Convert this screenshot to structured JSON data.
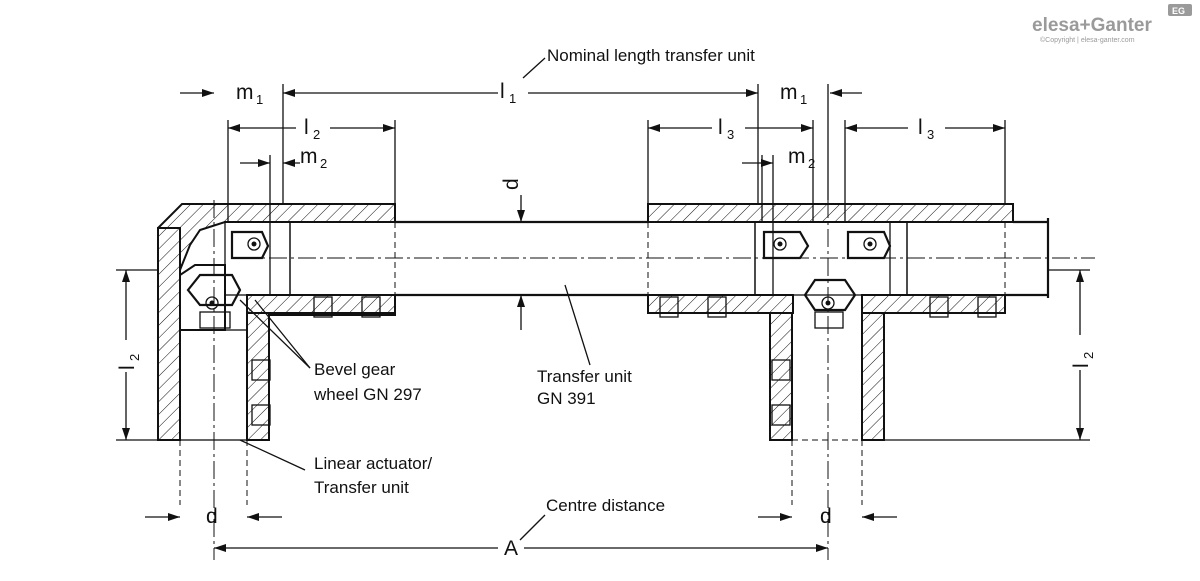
{
  "brand": {
    "logo_text": "elesa+Ganter",
    "copyright": "©Copyright | elesa-ganter.com",
    "badge": "EG"
  },
  "dimensions": {
    "l1": "l",
    "l1_sub": "1",
    "l2": "l",
    "l2_sub": "2",
    "l3": "l",
    "l3_sub": "3",
    "m1": "m",
    "m1_sub": "1",
    "m2": "m",
    "m2_sub": "2",
    "d": "d",
    "A": "A"
  },
  "labels": {
    "nominal_length": "Nominal length transfer unit",
    "bevel_gear_line1": "Bevel gear",
    "bevel_gear_line2": "wheel GN 297",
    "transfer_unit_line1": "Transfer unit",
    "transfer_unit_line2": "GN 391",
    "linear_actuator_line1": "Linear actuator/",
    "linear_actuator_line2": "Transfer unit",
    "centre_distance": "Centre distance"
  }
}
